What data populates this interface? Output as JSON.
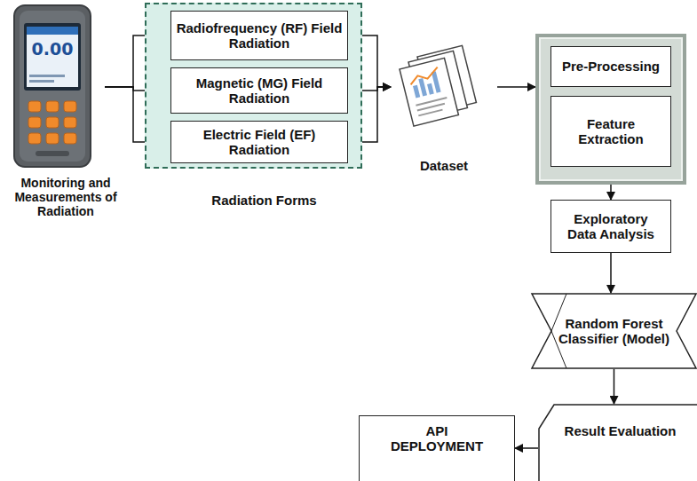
{
  "diagram": {
    "nodes": [
      {
        "text": [
          "Monitoring and Measurements of Radiation"
        ]
      },
      {
        "text": [
          "Radiation Forms"
        ]
      },
      {
        "text": [
          "Radiofrequency (RF) Field Radiation"
        ],
        "in": 1
      },
      {
        "text": [
          "Magnetic (MG) Field Radiation"
        ],
        "in": 1
      },
      {
        "text": [
          "Electric Field (EF) Radiation"
        ],
        "in": 1
      },
      {
        "text": [
          "Dataset"
        ]
      },
      {
        "text": []
      },
      {
        "text": [
          "Pre-Processing"
        ],
        "in": 6
      },
      {
        "text": [
          "Feature Extraction"
        ],
        "in": 6
      },
      {
        "text": [
          "Exploratory Data Analysis"
        ]
      },
      {
        "text": [
          "Random Forest Classifier (Model)"
        ]
      },
      {
        "text": [
          "Result Evaluation"
        ]
      },
      {
        "text": [
          "API DEPLOYMENT"
        ]
      }
    ],
    "edges": [
      {
        "from": 0,
        "to": 2,
        "arrow": "to"
      },
      {
        "from": 0,
        "to": 3,
        "arrow": "to"
      },
      {
        "from": 0,
        "to": 4,
        "arrow": "to"
      },
      {
        "from": 2,
        "to": 5,
        "arrow": "to"
      },
      {
        "from": 3,
        "to": 5,
        "arrow": "to"
      },
      {
        "from": 4,
        "to": 5,
        "arrow": "to"
      },
      {
        "from": 5,
        "to": 6,
        "arrow": "to"
      },
      {
        "from": 6,
        "to": 9,
        "arrow": "to"
      },
      {
        "from": 9,
        "to": 10,
        "arrow": "to"
      },
      {
        "from": 10,
        "to": 11,
        "arrow": "to"
      },
      {
        "from": 11,
        "to": 12,
        "arrow": "to"
      }
    ],
    "labels": [
      "0.00"
    ]
  }
}
